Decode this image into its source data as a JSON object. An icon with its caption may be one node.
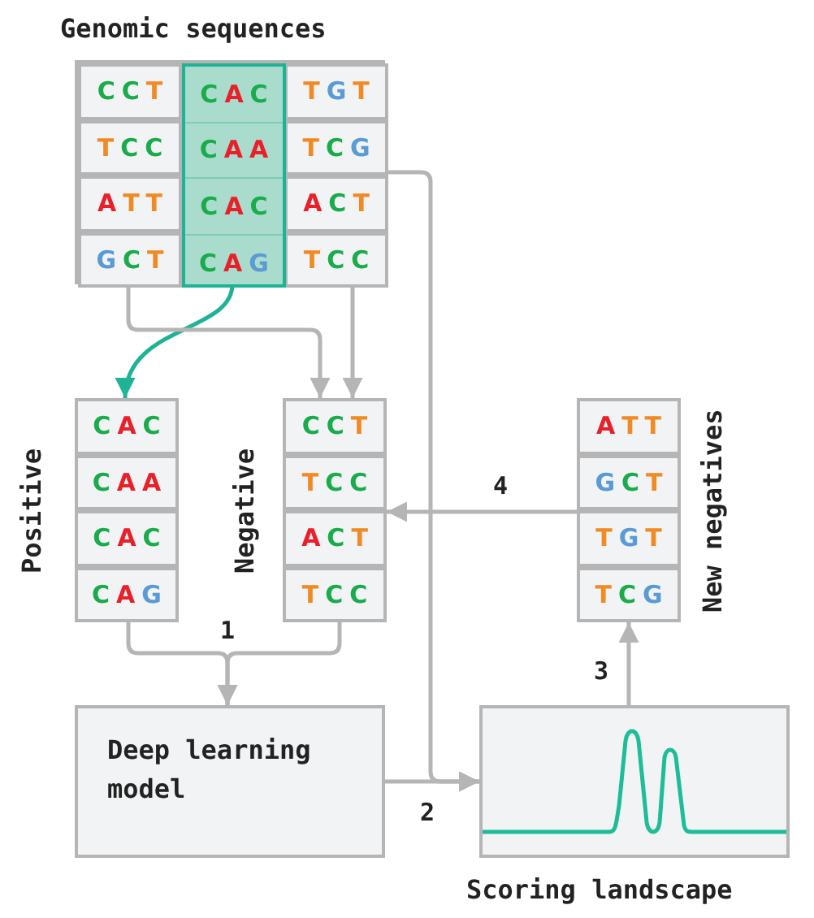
{
  "diagram": {
    "nodes": [
      {
        "text": [
          "Genomic sequences"
        ]
      },
      {
        "text": [],
        "shape": "box",
        "in": 0
      },
      {
        "text": [
          "CCT"
        ],
        "in": 0
      },
      {
        "text": [
          "CAC"
        ],
        "in": 1
      },
      {
        "text": [
          "TGT"
        ],
        "in": 0
      },
      {
        "text": [
          "TCC"
        ],
        "in": 0
      },
      {
        "text": [
          "CAA"
        ],
        "in": 1
      },
      {
        "text": [
          "TCG"
        ],
        "in": 0
      },
      {
        "text": [
          "ATT"
        ],
        "in": 0
      },
      {
        "text": [
          "CAC"
        ],
        "in": 1
      },
      {
        "text": [
          "ACT"
        ],
        "in": 0
      },
      {
        "text": [
          "GCT"
        ],
        "in": 0
      },
      {
        "text": [
          "CAG"
        ],
        "in": 1
      },
      {
        "text": [
          "TCC"
        ],
        "in": 0
      },
      {
        "text": [
          "Positive"
        ]
      },
      {
        "text": [
          "CAC"
        ],
        "in": 14
      },
      {
        "text": [
          "CAA"
        ],
        "in": 14
      },
      {
        "text": [
          "CAC"
        ],
        "in": 14
      },
      {
        "text": [
          "CAG"
        ],
        "in": 14
      },
      {
        "text": [
          "Negative"
        ]
      },
      {
        "text": [
          "CCT"
        ],
        "in": 19
      },
      {
        "text": [
          "TCC"
        ],
        "in": 19
      },
      {
        "text": [
          "ACT"
        ],
        "in": 19
      },
      {
        "text": [
          "TCC"
        ],
        "in": 19
      },
      {
        "text": [
          "New negatives"
        ]
      },
      {
        "text": [
          "ATT"
        ],
        "in": 24
      },
      {
        "text": [
          "GCT"
        ],
        "in": 24
      },
      {
        "text": [
          "TGT"
        ],
        "in": 24
      },
      {
        "text": [
          "TCG"
        ],
        "in": 24
      },
      {
        "text": [
          "Deep learning model"
        ]
      },
      {
        "text": [
          "Scoring landscape"
        ]
      }
    ],
    "edges": [
      {
        "from": 1,
        "to": 14,
        "arrow": "to",
        "color": "#1db394"
      },
      {
        "from": 11,
        "to": 19,
        "arrow": "to"
      },
      {
        "from": 13,
        "to": 19,
        "arrow": "to"
      },
      {
        "from": 7,
        "to": 30,
        "arrow": "to"
      },
      {
        "from": 14,
        "to": 29,
        "arrow": "to",
        "label": "1"
      },
      {
        "from": 19,
        "to": 29,
        "arrow": "to"
      },
      {
        "from": 29,
        "to": 30,
        "arrow": "to",
        "label": "2"
      },
      {
        "from": 30,
        "to": 24,
        "arrow": "to",
        "label": "3"
      },
      {
        "from": 24,
        "to": 19,
        "arrow": "to",
        "label": "4"
      }
    ]
  }
}
